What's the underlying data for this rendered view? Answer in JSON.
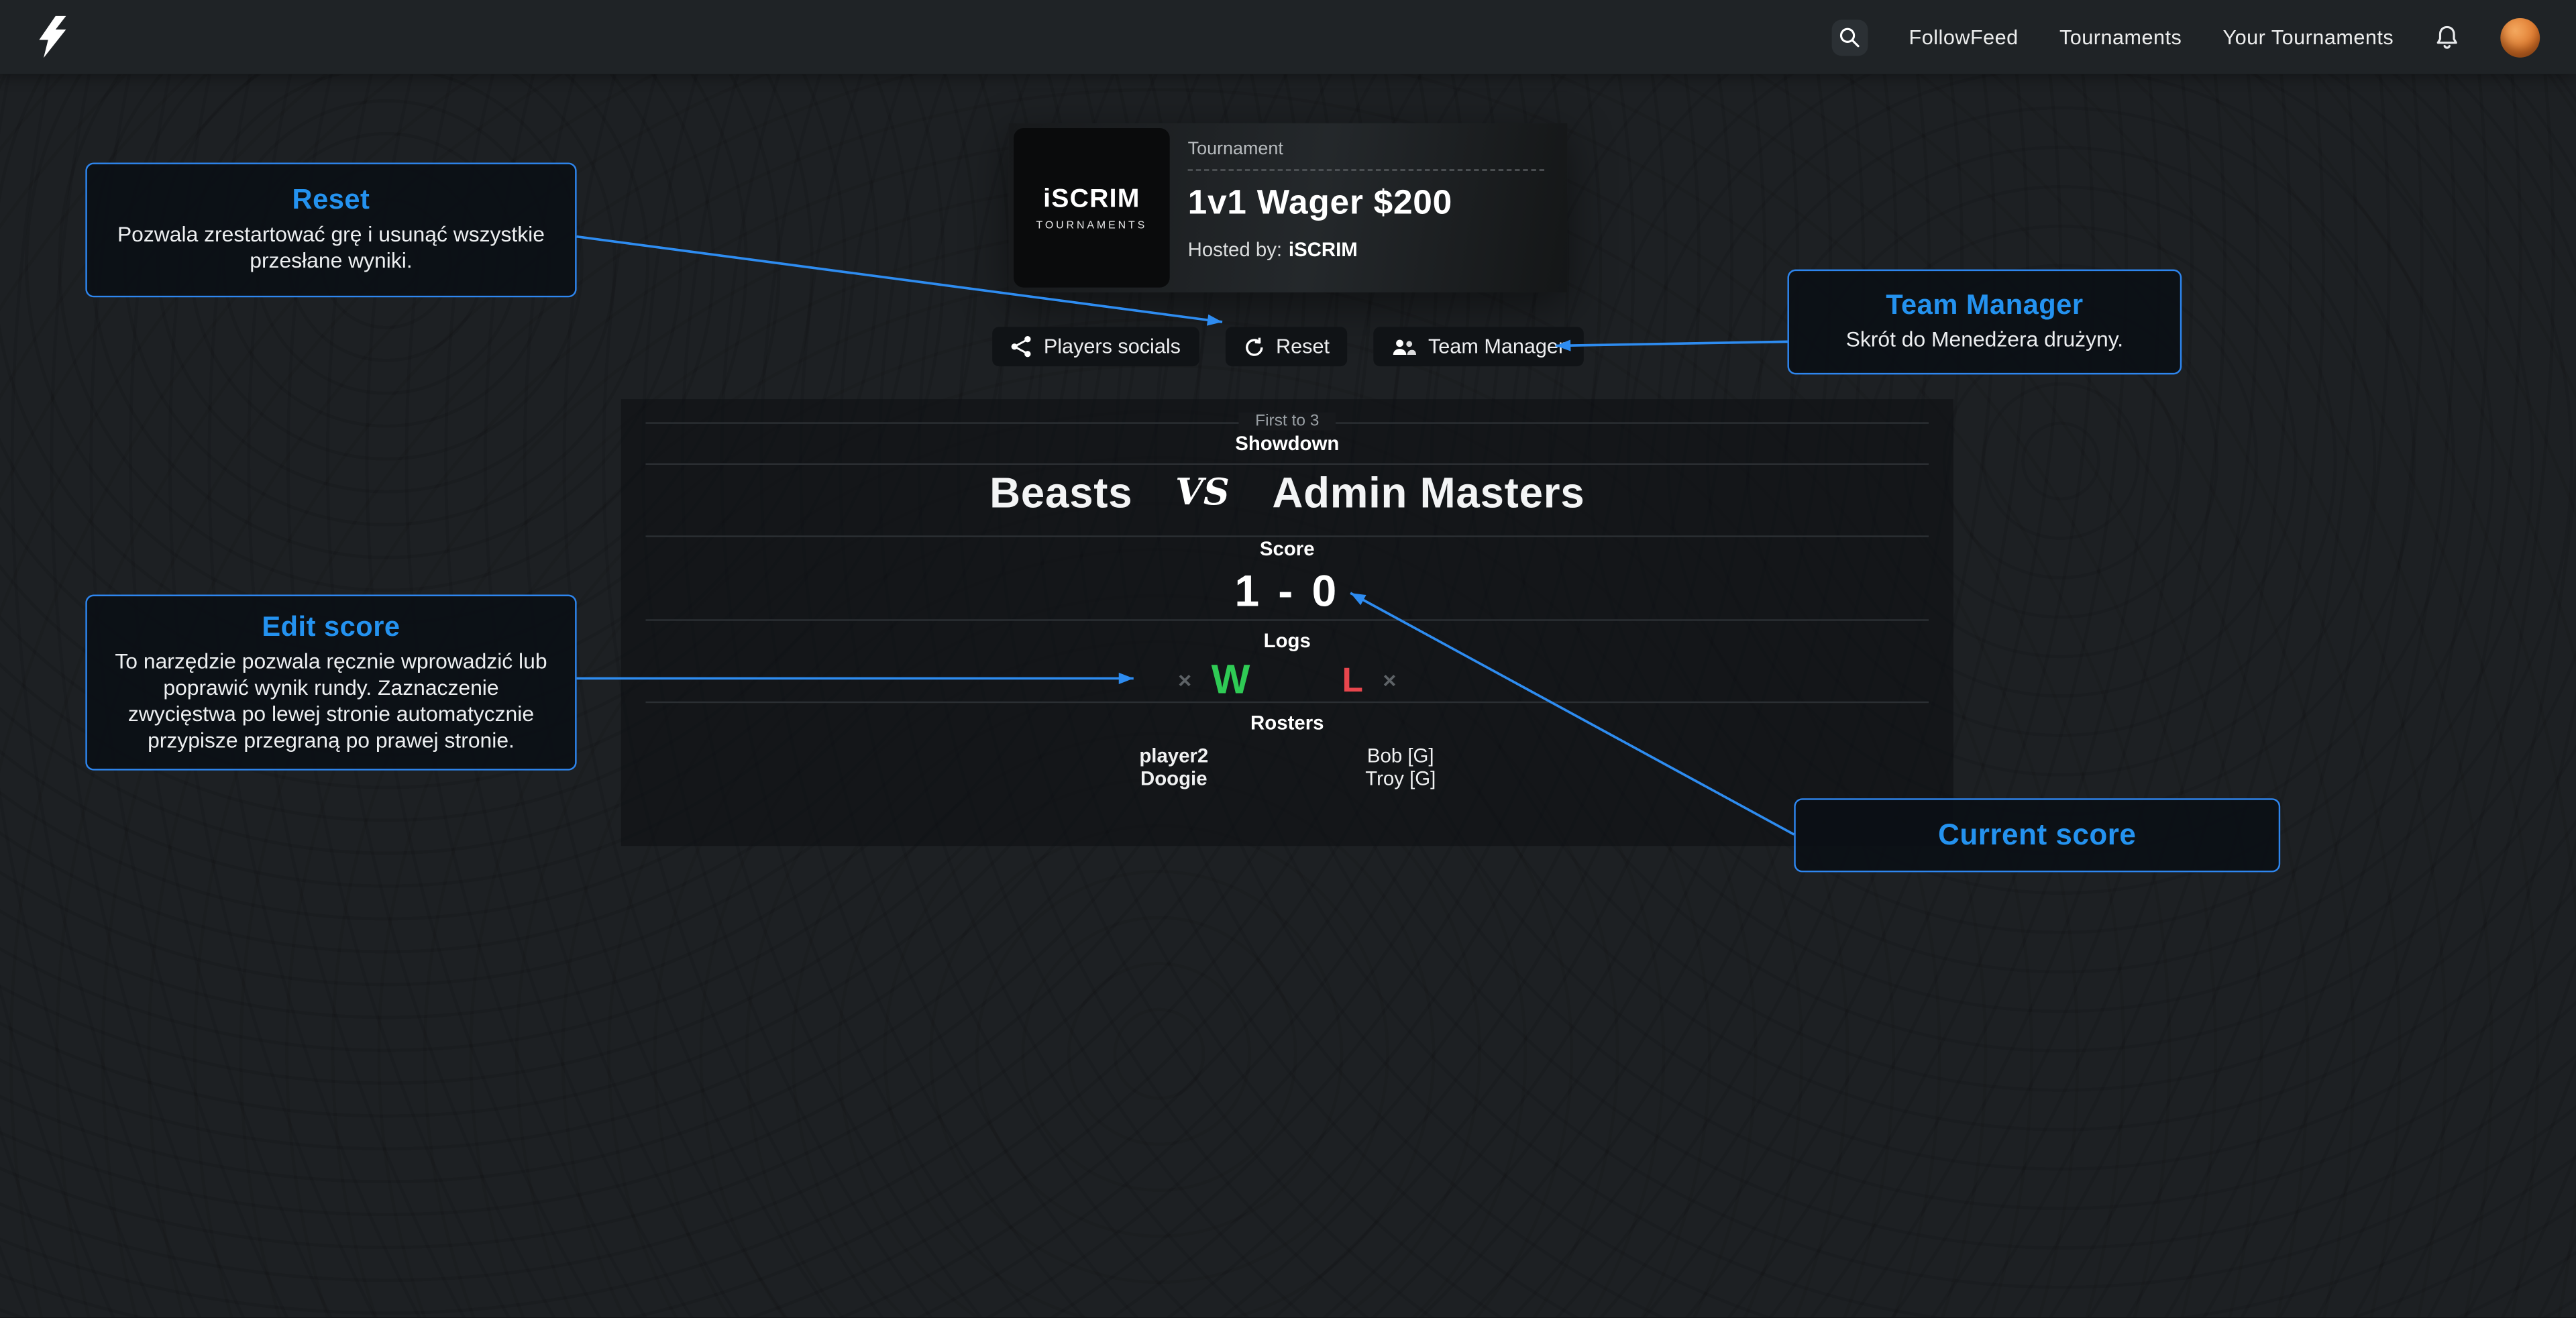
{
  "nav": {
    "items": [
      {
        "label": "FollowFeed"
      },
      {
        "label": "Tournaments"
      },
      {
        "label": "Your Tournaments"
      }
    ]
  },
  "tournament": {
    "kicker": "Tournament",
    "title": "1v1 Wager $200",
    "hosted_label": "Hosted by:",
    "host": "iSCRIM",
    "logo_line1": "iSCRIM",
    "logo_line2": "TOURNAMENTS"
  },
  "toolbar": {
    "players_socials": "Players socials",
    "reset": "Reset",
    "team_manager": "Team Manager"
  },
  "match": {
    "format": "First to 3",
    "stage": "Showdown",
    "team_left": "Beasts",
    "vs": "VS",
    "team_right": "Admin Masters",
    "score_label": "Score",
    "score": "1 - 0",
    "logs_label": "Logs",
    "logs": [
      {
        "symbol": "×",
        "type": "empty"
      },
      {
        "symbol": "W",
        "type": "win"
      },
      {
        "symbol": "L",
        "type": "loss"
      },
      {
        "symbol": "×",
        "type": "empty"
      }
    ],
    "rosters_label": "Rosters",
    "roster_left": [
      "player2",
      "Doogie"
    ],
    "roster_right": [
      "Bob [G]",
      "Troy [G]"
    ]
  },
  "callouts": {
    "reset": {
      "title": "Reset",
      "body": "Pozwala zrestartować grę i usunąć wszystkie przesłane wyniki."
    },
    "team_manager": {
      "title": "Team Manager",
      "body": "Skrót do Menedżera drużyny."
    },
    "edit_score": {
      "title": "Edit score",
      "body": "To narzędzie pozwala ręcznie wprowadzić lub poprawić wynik rundy. Zaznaczenie zwycięstwa po lewej stronie automatycznie przypisze przegraną po prawej stronie."
    },
    "current_score": {
      "title": "Current score"
    }
  },
  "icons": {
    "brand-logo-icon": "white bolt shape",
    "search-icon": "magnifier",
    "notifications-icon": "bell",
    "user-avatar": "orange avatar circle",
    "players-socials-icon": "share-nodes",
    "reset-icon": "counterclockwise-arrow",
    "team-manager-icon": "people",
    "log-empty-icon": "×"
  },
  "colors": {
    "accent": "#2e8cf0",
    "win": "#2fcb55",
    "loss": "#e8464d",
    "background": "#1d2023",
    "topbar": "#1f2326"
  }
}
